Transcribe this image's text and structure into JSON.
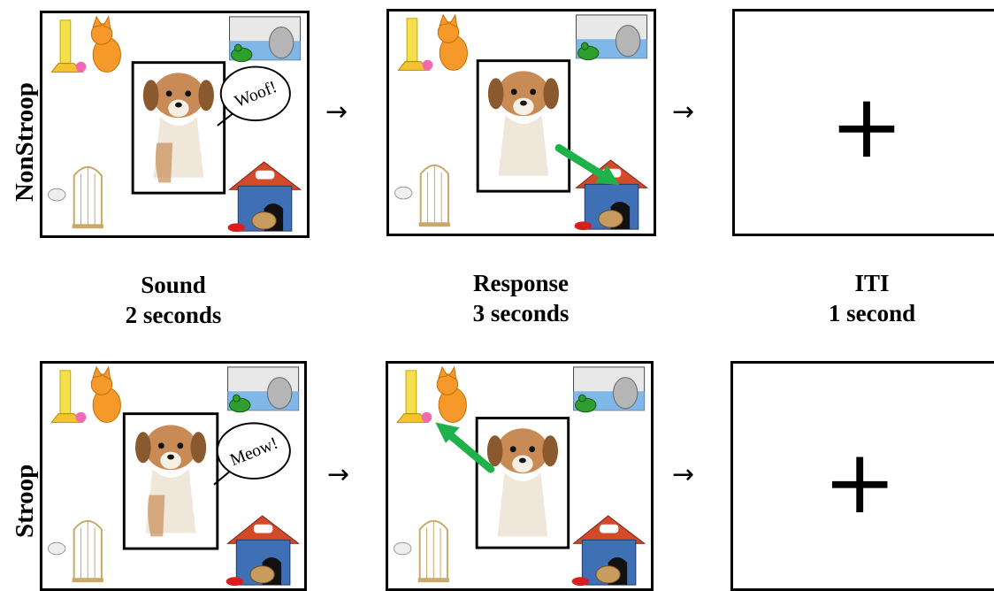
{
  "rows": [
    {
      "label": "NonStroop",
      "sound_word": "Woof!"
    },
    {
      "label": "Stroop",
      "sound_word": "Meow!"
    }
  ],
  "phases": [
    {
      "title": "Sound",
      "duration": "2 seconds"
    },
    {
      "title": "Response",
      "duration": "3 seconds"
    },
    {
      "title": "ITI",
      "duration": "1 second"
    }
  ],
  "arrow_glyph": "→",
  "fixation_glyph": "+",
  "colors": {
    "response_arrow": "#1fb14a",
    "border": "#000000"
  },
  "icons": [
    "cat-with-scratching-post-icon",
    "frog-aquarium-icon",
    "bird-cage-icon",
    "dog-house-icon",
    "puppy-photo"
  ]
}
